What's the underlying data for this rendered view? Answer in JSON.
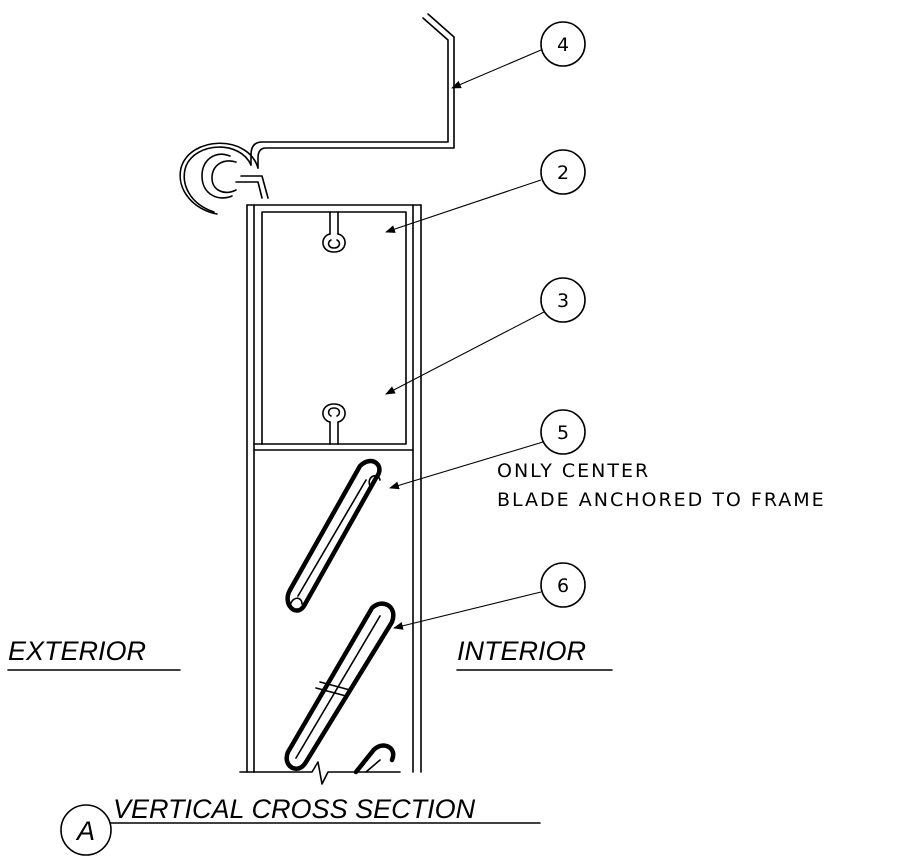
{
  "callouts": {
    "c4": "4",
    "c2": "2",
    "c3": "3",
    "c5": "5",
    "c6": "6"
  },
  "note": {
    "line1": "ONLY CENTER",
    "line2": "BLADE ANCHORED TO FRAME"
  },
  "labels": {
    "exterior": "EXTERIOR",
    "interior": "INTERIOR"
  },
  "section": {
    "tag": "A",
    "title": "VERTICAL CROSS SECTION"
  }
}
